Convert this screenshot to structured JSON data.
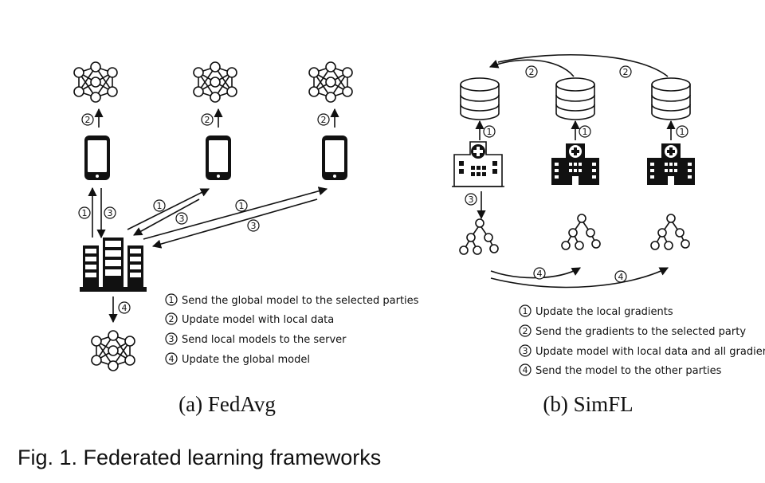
{
  "caption": "Fig. 1. Federated learning frameworks",
  "fedavg": {
    "subtitle": "(a) FedAvg",
    "step_nums": [
      "1",
      "2",
      "3",
      "4"
    ],
    "legend": [
      {
        "num": "1",
        "text": "Send the global model to the selected parties"
      },
      {
        "num": "2",
        "text": "Update model with local data"
      },
      {
        "num": "3",
        "text": "Send local models to the server"
      },
      {
        "num": "4",
        "text": "Update the global model"
      }
    ]
  },
  "simfl": {
    "subtitle": "(b) SimFL",
    "step_nums": [
      "1",
      "2",
      "3",
      "4"
    ],
    "legend": [
      {
        "num": "1",
        "text": "Update the local gradients"
      },
      {
        "num": "2",
        "text": "Send the gradients to the selected party"
      },
      {
        "num": "3",
        "text": "Update model with local data and all gradients"
      },
      {
        "num": "4",
        "text": "Send the model to the other parties"
      }
    ]
  },
  "icons": {
    "fedavg": [
      "neural-network-icon",
      "smartphone-icon",
      "server-rack-icon"
    ],
    "simfl": [
      "database-icon",
      "hospital-icon",
      "decision-tree-icon"
    ]
  }
}
